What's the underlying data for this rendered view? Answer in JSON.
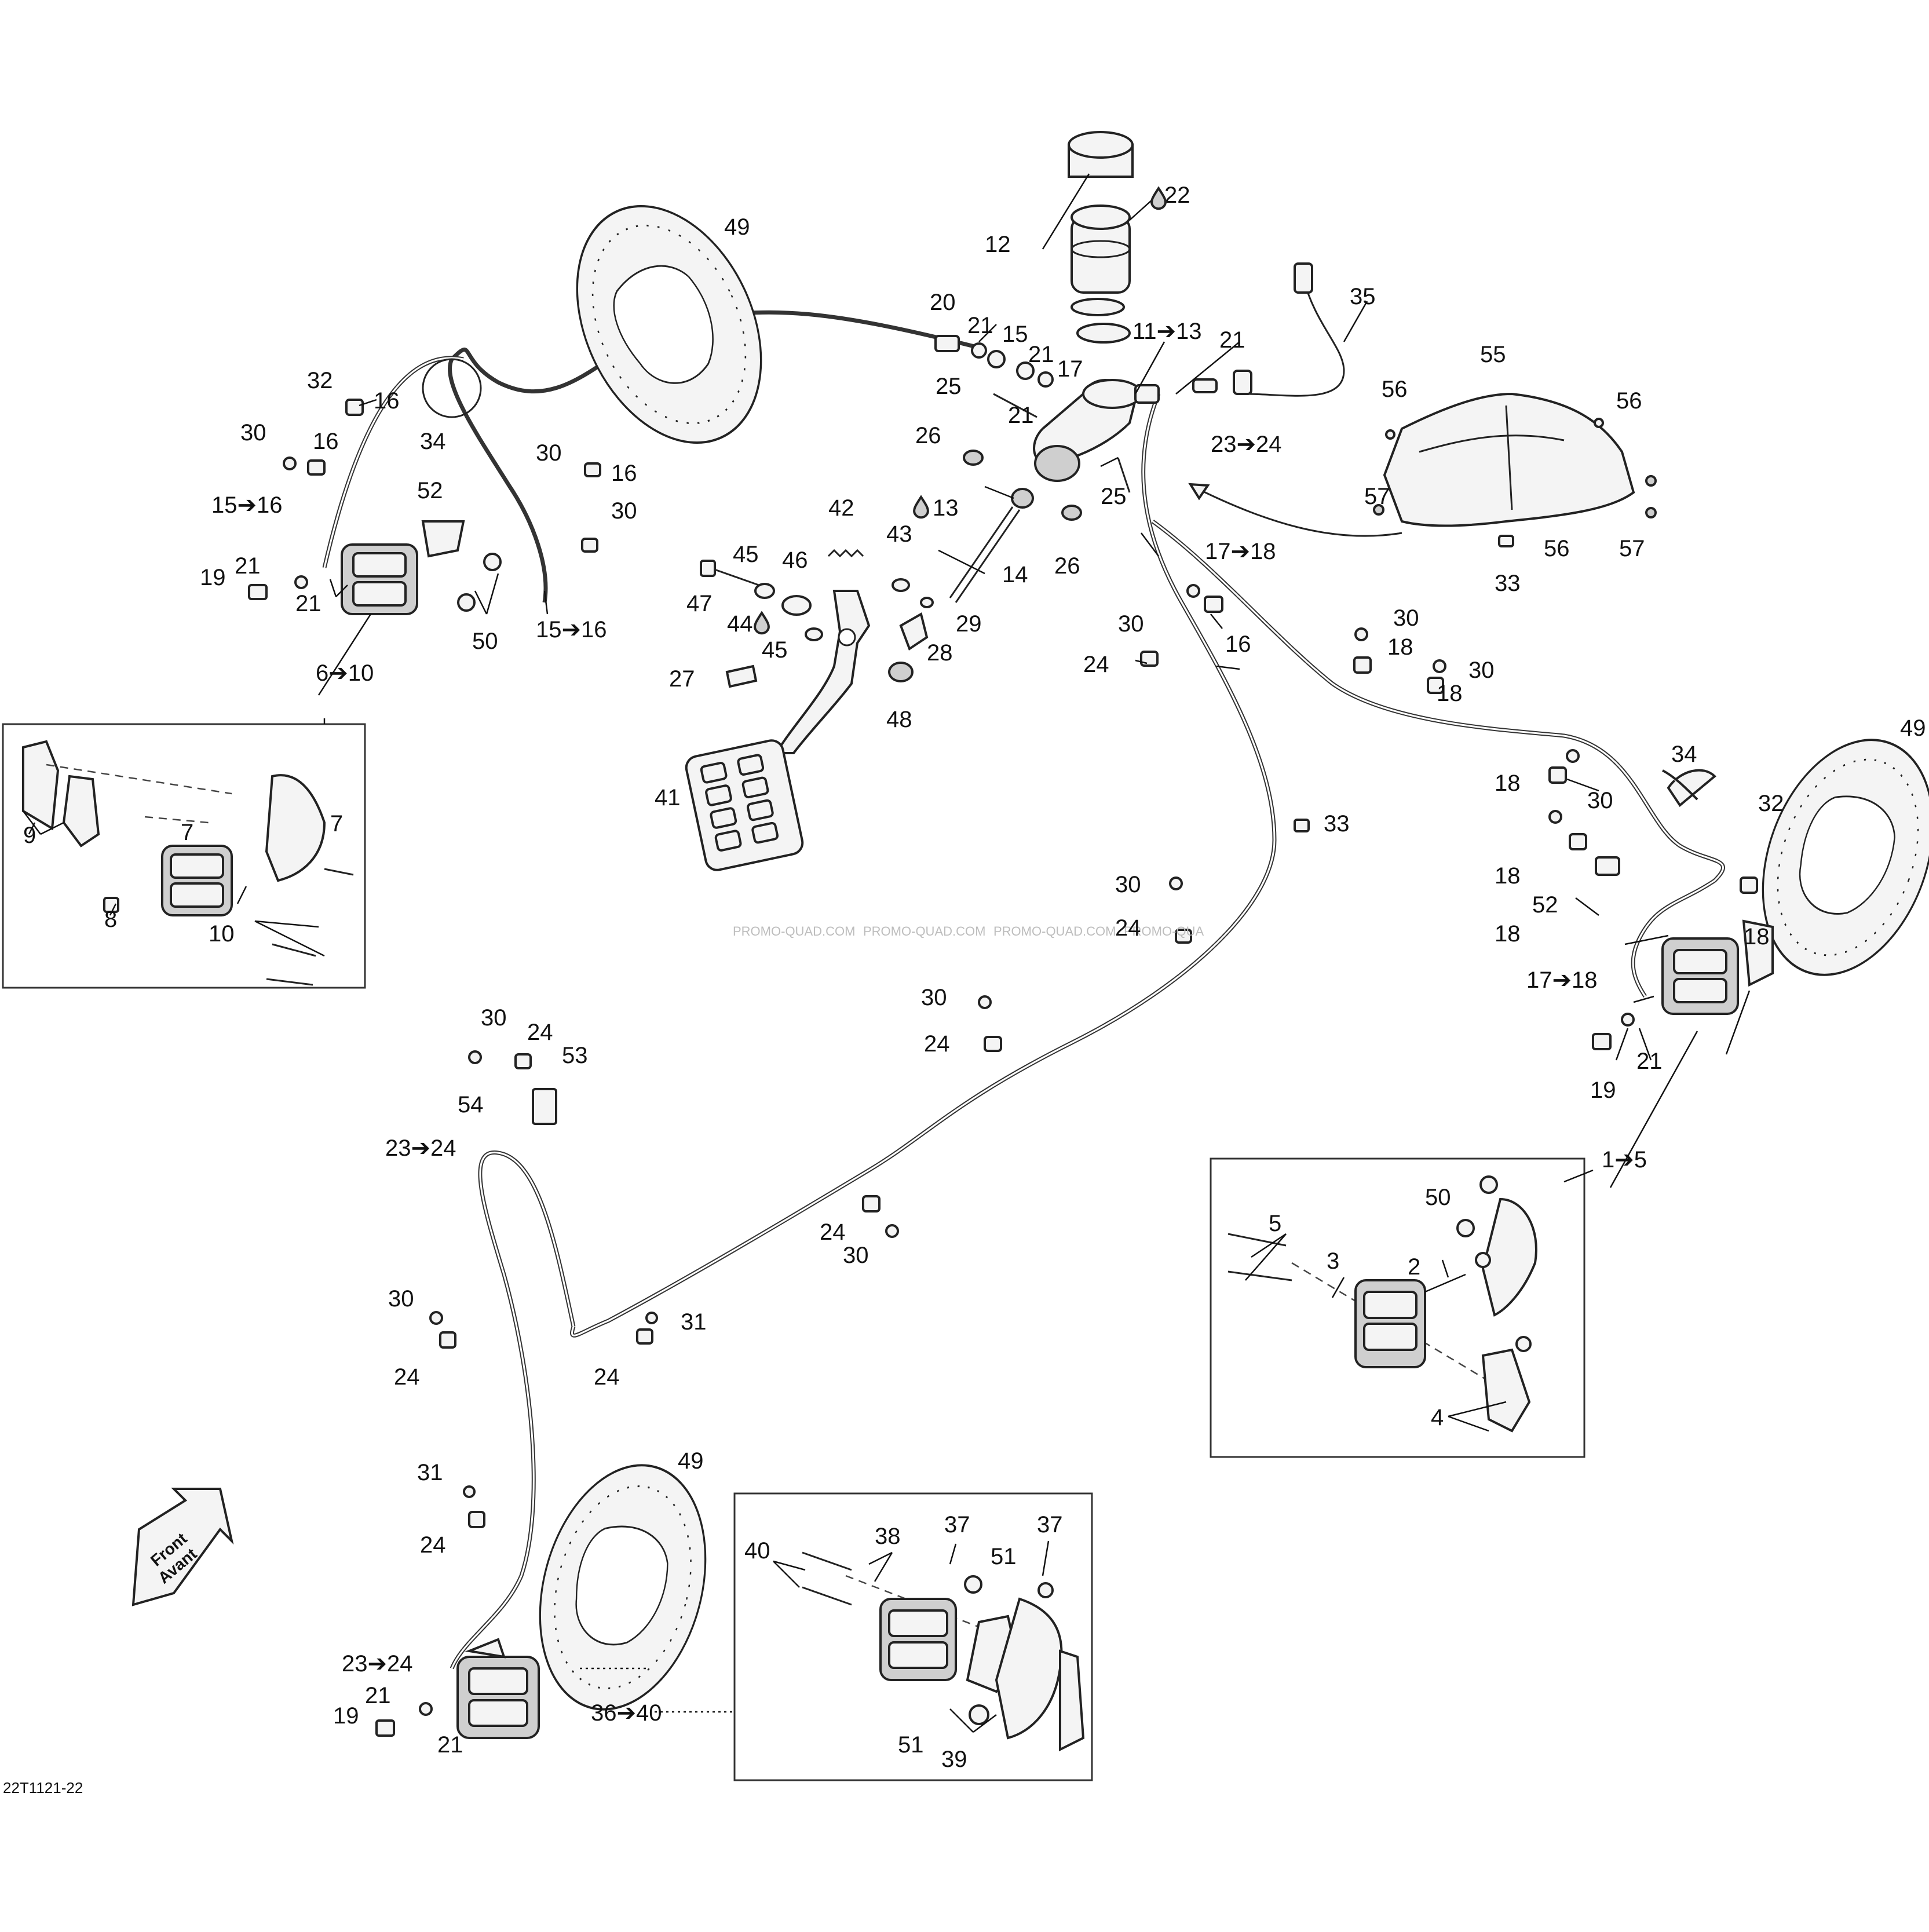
{
  "diagram": {
    "ref_code": "22T1121-22",
    "watermark": [
      "PROMO-QUAD.COM",
      "PROMO-QUAD.COM",
      "PROMO-QUAD.COM",
      "PROMO-QUA"
    ],
    "front_arrow": {
      "line1": "Front",
      "line2": "Avant"
    },
    "callouts": [
      "12",
      "22",
      "49",
      "20",
      "21",
      "15",
      "21",
      "17",
      "11➔13",
      "21",
      "35",
      "32",
      "16",
      "25",
      "21",
      "55",
      "56",
      "56",
      "30",
      "16",
      "34",
      "26",
      "23➔24",
      "30",
      "16",
      "42",
      "13",
      "25",
      "57",
      "52",
      "30",
      "43",
      "15➔16",
      "14",
      "26",
      "17➔18",
      "33",
      "56",
      "57",
      "19",
      "21",
      "45",
      "46",
      "21",
      "47",
      "29",
      "30",
      "44",
      "50",
      "15➔16",
      "16",
      "18",
      "30",
      "45",
      "28",
      "18",
      "24",
      "27",
      "6➔10",
      "30",
      "48",
      "18",
      "49",
      "34",
      "18",
      "30",
      "41",
      "33",
      "32",
      "9",
      "7",
      "7",
      "18",
      "30",
      "8",
      "52",
      "24",
      "18",
      "10",
      "17➔18",
      "30",
      "21",
      "24",
      "19",
      "30",
      "24",
      "53",
      "54",
      "1➔5",
      "23➔24",
      "50",
      "5",
      "3",
      "2",
      "24",
      "30",
      "31",
      "30",
      "24",
      "24",
      "4",
      "49",
      "31",
      "24",
      "37",
      "37",
      "38",
      "40",
      "51",
      "23➔24",
      "21",
      "19",
      "36➔40",
      "21",
      "51",
      "39"
    ]
  }
}
